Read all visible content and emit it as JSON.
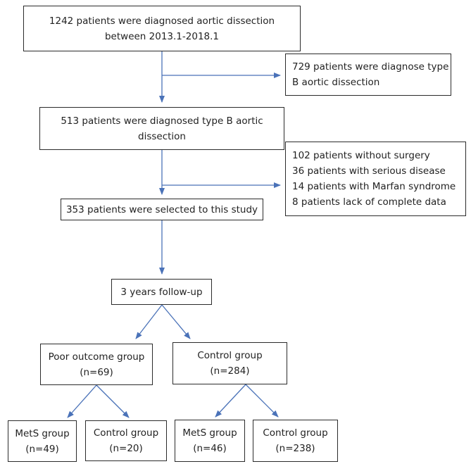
{
  "colors": {
    "arrow": "#4a72b8",
    "box_border": "#2b2b2b",
    "text": "#222222"
  },
  "boxes": {
    "diagnosed": {
      "line1": "1242 patients were diagnosed aortic dissection",
      "line2": "between 2013.1-2018.1"
    },
    "typeA_excluded": {
      "line1": "729 patients were diagnose type",
      "line2": "B aortic dissection"
    },
    "typeB": {
      "line1": "513 patients were diagnosed type B aortic",
      "line2": "dissection"
    },
    "exclusions": {
      "items": [
        "102 patients without surgery",
        "36 patients with serious disease",
        "14 patients with Marfan syndrome",
        "8 patients lack of complete data"
      ]
    },
    "selected": {
      "line1": "353 patients were selected to this study"
    },
    "followup": {
      "line1": "3 years follow-up"
    },
    "poor_outcome": {
      "line1": "Poor outcome group",
      "line2": "(n=69)"
    },
    "control": {
      "line1": "Control group",
      "line2": "(n=284)"
    },
    "poor_mets": {
      "line1": "MetS group",
      "line2": "(n=49)"
    },
    "poor_control": {
      "line1": "Control group",
      "line2": "(n=20)"
    },
    "control_mets": {
      "line1": "MetS group",
      "line2": "(n=46)"
    },
    "control_control": {
      "line1": "Control group",
      "line2": "(n=238)"
    }
  }
}
